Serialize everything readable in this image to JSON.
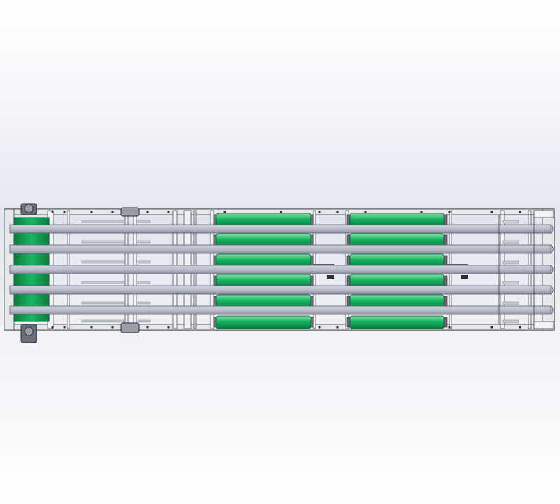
{
  "scene": {
    "background_top": "#ffffff",
    "background_mid": "#e4e7f0",
    "roller_color": "#19b563",
    "roller_highlight": "#7fe3a6",
    "roller_shadow": "#0c7a3e",
    "belt_color": "#b9bccb",
    "belt_shadow": "#8d90a0",
    "frame_color": "#e6e8ec",
    "line_color": "#3b3d44",
    "roller_count_per_bank": 6,
    "roller_banks": 2,
    "belt_count": 5
  }
}
